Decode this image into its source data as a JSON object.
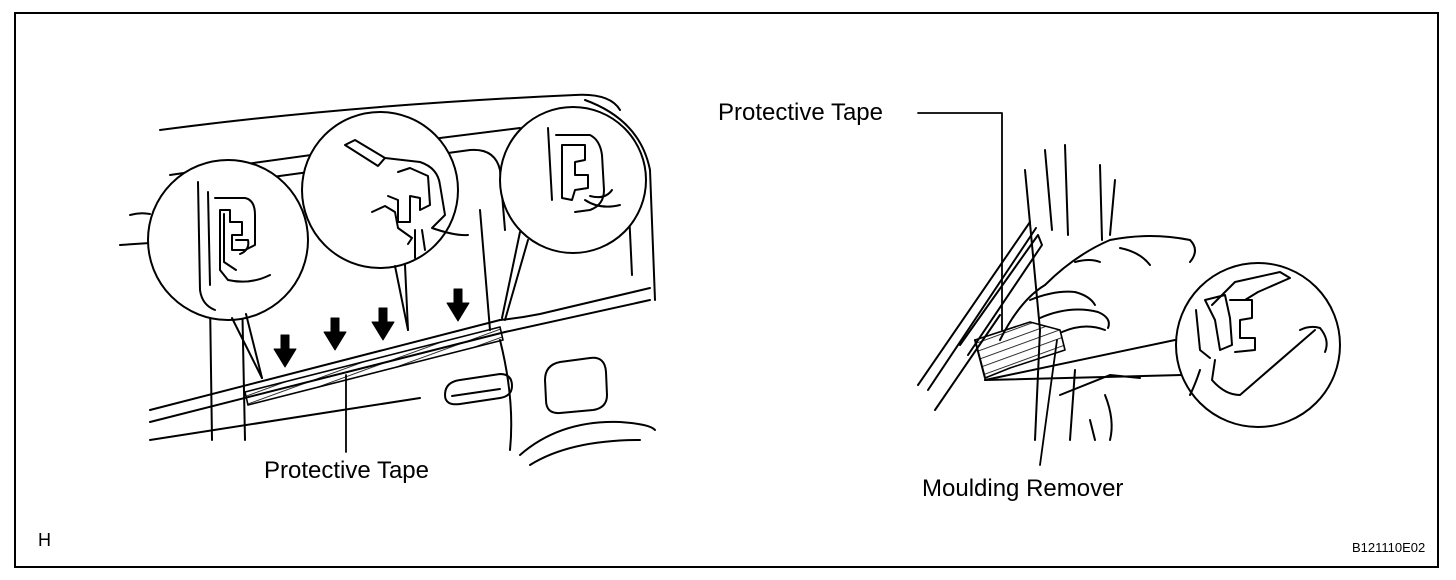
{
  "labels": {
    "left_protective_tape": "Protective Tape",
    "right_protective_tape": "Protective Tape",
    "moulding_remover": "Moulding Remover"
  },
  "corner_letter": "H",
  "figure_code": "B121110E02",
  "colors": {
    "line": "#000000",
    "background": "#ffffff"
  }
}
